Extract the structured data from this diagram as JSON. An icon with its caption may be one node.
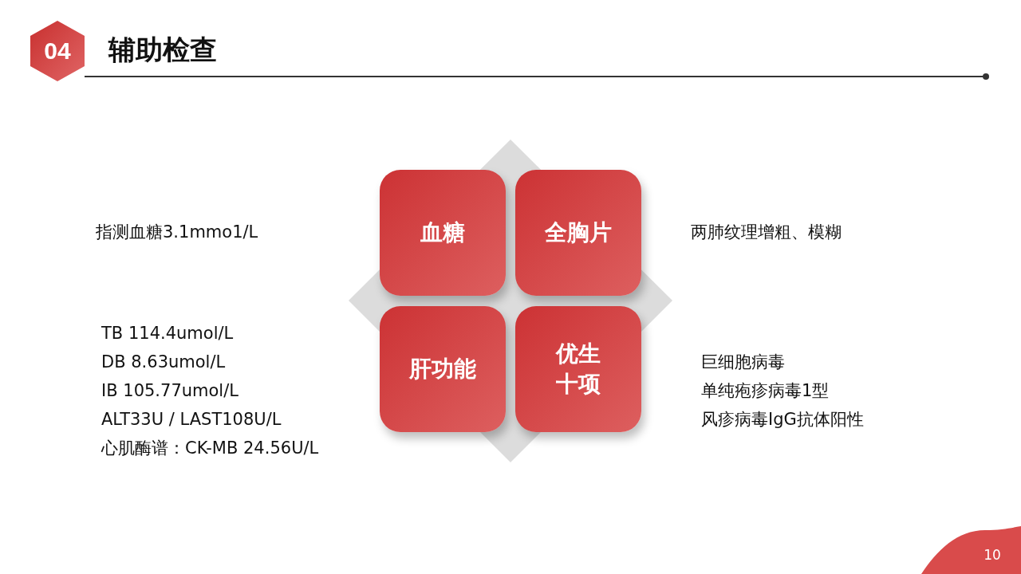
{
  "diagram": {
    "title": "辅助检查",
    "nodes": [
      {
        "text": [
          "04"
        ]
      },
      {
        "text": [
          "血糖"
        ]
      },
      {
        "text": [
          "全胸片"
        ],
        "beside": [
          "两肺纹理增粗、模糊"
        ]
      },
      {
        "text": [
          "肝功能"
        ],
        "beside": [
          "TB 114.4umol/L",
          "DB 8.63umol/L",
          "IB 105.77umol/L",
          "ALT33U / LAST108U/L",
          "心肌酶谱：CK-MB 24.56U/L"
        ]
      },
      {
        "text": [
          "优生十项"
        ],
        "beside": [
          "巨细胞病毒",
          "单纯疱疹病毒1型",
          "风疹病毒IgG抗体阳性"
        ]
      }
    ],
    "edges": [],
    "labels": [
      "指测血糖3.1mmo1/L",
      "10"
    ]
  }
}
